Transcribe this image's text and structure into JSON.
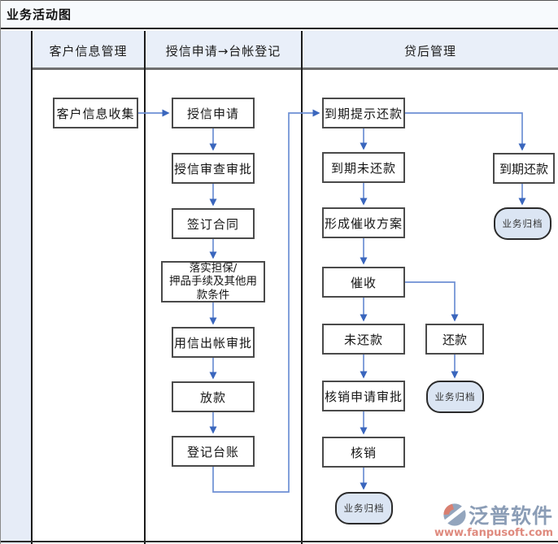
{
  "title": "业务活动图",
  "lanes": [
    {
      "label": "客户信息管理"
    },
    {
      "label": "授信申请→台帐登记"
    },
    {
      "label": "贷后管理"
    }
  ],
  "nodes": {
    "customer_info_collect": "客户信息收集",
    "credit_apply": "授信申请",
    "credit_review": "授信审查审批",
    "sign_contract": "签订合同",
    "implement_guarantee": "落实担保/\n押品手续及其他用\n款条件",
    "credit_disburse_approve": "用信出帐审批",
    "disburse": "放款",
    "register_ledger": "登记台账",
    "due_remind": "到期提示还款",
    "due_unpaid": "到期未还款",
    "form_collection_plan": "形成催收方案",
    "collection": "催收",
    "unpaid": "未还款",
    "writeoff_apply": "核销申请审批",
    "writeoff": "核销",
    "due_repaid": "到期还款",
    "repaid": "还款",
    "archive_1": "业务归档",
    "archive_2": "业务归档",
    "archive_3": "业务归档"
  },
  "logo": {
    "name": "泛普软件",
    "url": "www.fanpusoft.com"
  },
  "colors": {
    "connector": "#6d8fd4",
    "arrowhead": "#3a66bd",
    "terminal_fill": "#dbe5f3",
    "lane_strip": "#e6ecf7",
    "header_bg": "#e9eff9",
    "logo_blue": "#8b9db6",
    "logo_salmon": "#df8a7e"
  }
}
